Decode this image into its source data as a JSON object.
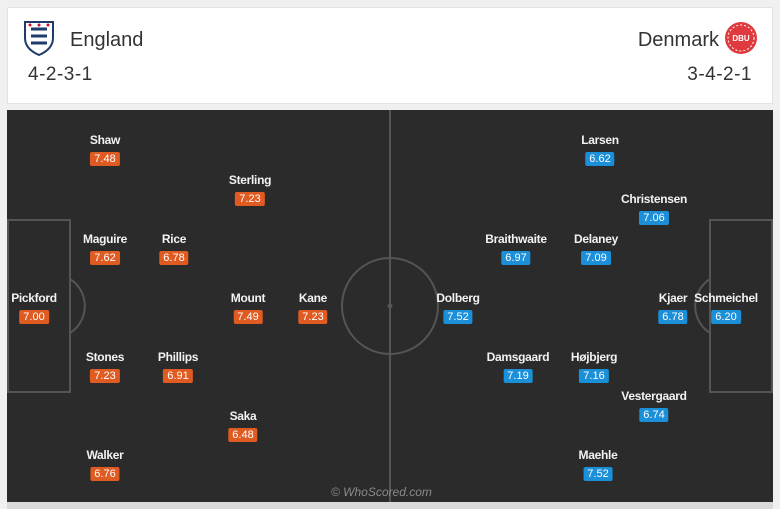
{
  "home": {
    "name": "England",
    "formation": "4-2-3-1",
    "color": "#e05b21",
    "badge_icon": "england-three-lions-icon",
    "players": [
      {
        "name": "Shaw",
        "rating": "7.48"
      },
      {
        "name": "Sterling",
        "rating": "7.23"
      },
      {
        "name": "Maguire",
        "rating": "7.62"
      },
      {
        "name": "Rice",
        "rating": "6.78"
      },
      {
        "name": "Pickford",
        "rating": "7.00"
      },
      {
        "name": "Mount",
        "rating": "7.49"
      },
      {
        "name": "Kane",
        "rating": "7.23"
      },
      {
        "name": "Stones",
        "rating": "7.23"
      },
      {
        "name": "Phillips",
        "rating": "6.91"
      },
      {
        "name": "Saka",
        "rating": "6.48"
      },
      {
        "name": "Walker",
        "rating": "6.76"
      }
    ]
  },
  "away": {
    "name": "Denmark",
    "formation": "3-4-2-1",
    "color": "#1c8fd9",
    "badge_icon": "denmark-dbu-icon",
    "badge_text": "DBU",
    "players": [
      {
        "name": "Larsen",
        "rating": "6.62"
      },
      {
        "name": "Christensen",
        "rating": "7.06"
      },
      {
        "name": "Braithwaite",
        "rating": "6.97"
      },
      {
        "name": "Delaney",
        "rating": "7.09"
      },
      {
        "name": "Dolberg",
        "rating": "7.52"
      },
      {
        "name": "Kjaer",
        "rating": "6.78"
      },
      {
        "name": "Schmeichel",
        "rating": "6.20"
      },
      {
        "name": "Damsgaard",
        "rating": "7.19"
      },
      {
        "name": "Højbjerg",
        "rating": "7.16"
      },
      {
        "name": "Vestergaard",
        "rating": "6.74"
      },
      {
        "name": "Maehle",
        "rating": "7.52"
      }
    ]
  },
  "watermark": "© WhoScored.com",
  "pitch_color": "#2b2b2b"
}
